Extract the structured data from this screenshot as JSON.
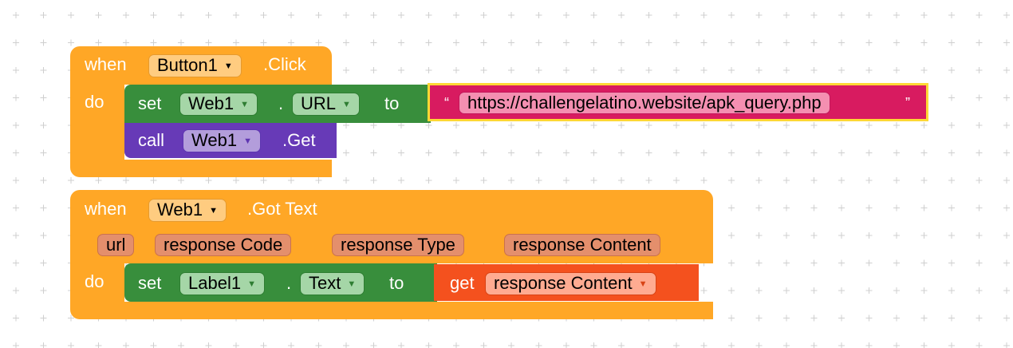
{
  "event1": {
    "when_label": "when",
    "component": "Button1",
    "event": ".Click",
    "do_label": "do",
    "set_block": {
      "set_label": "set",
      "component": "Web1",
      "dot": ".",
      "property": "URL",
      "to_label": "to",
      "text": {
        "open_quote": "“",
        "value": "https://challengelatino.website/apk_query.php",
        "close_quote": "”"
      }
    },
    "call_block": {
      "call_label": "call",
      "component": "Web1",
      "method": ".Get"
    }
  },
  "event2": {
    "when_label": "when",
    "component": "Web1",
    "event": ".Got Text",
    "params": [
      "url",
      "response Code",
      "response Type",
      "response Content"
    ],
    "do_label": "do",
    "set_block": {
      "set_label": "set",
      "component": "Label1",
      "dot": ".",
      "property": "Text",
      "to_label": "to",
      "get_block": {
        "get_label": "get",
        "variable": "response Content"
      }
    }
  },
  "dropdown_arrow": "▼",
  "colors": {
    "event": "#ffa726",
    "setter": "#388e3c",
    "call": "#673ab7",
    "text": "#d81b60",
    "get": "#f4511e"
  }
}
